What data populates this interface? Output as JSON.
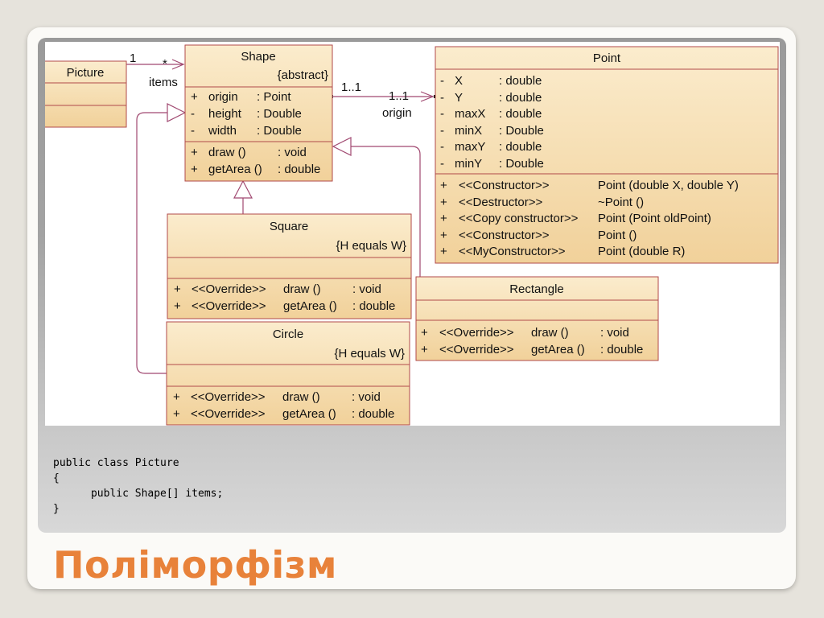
{
  "slide_title": "Поліморфізм",
  "code_lines": [
    "public class Picture",
    "{",
    "      public Shape[] items;",
    "}"
  ],
  "colors": {
    "accent": "#e8823a",
    "box_fill": "#f4d9a6",
    "box_border": "#b14a4a",
    "connector": "#a04870"
  },
  "diagram": {
    "picture": {
      "name": "Picture"
    },
    "shape": {
      "name": "Shape",
      "stereotype": "{abstract}",
      "attributes": [
        {
          "vis": "+",
          "name": "origin",
          "type": ": Point"
        },
        {
          "vis": "-",
          "name": "height",
          "type": ": Double"
        },
        {
          "vis": "-",
          "name": "width",
          "type": ": Double"
        }
      ],
      "operations": [
        {
          "vis": "+",
          "name": "draw ()",
          "type": ": void"
        },
        {
          "vis": "+",
          "name": "getArea ()",
          "type": ": double"
        }
      ]
    },
    "point": {
      "name": "Point",
      "attributes": [
        {
          "vis": "-",
          "name": "X",
          "type": ": double"
        },
        {
          "vis": "-",
          "name": "Y",
          "type": ": double"
        },
        {
          "vis": "-",
          "name": "maxX",
          "type": ": double"
        },
        {
          "vis": "-",
          "name": "minX",
          "type": ": Double"
        },
        {
          "vis": "-",
          "name": "maxY",
          "type": ": double"
        },
        {
          "vis": "-",
          "name": "minY",
          "type": ": Double"
        }
      ],
      "operations": [
        {
          "vis": "+",
          "stereo": "<<Constructor>>",
          "sig": "Point (double X, double Y)"
        },
        {
          "vis": "+",
          "stereo": "<<Destructor>>",
          "sig": "~Point ()"
        },
        {
          "vis": "+",
          "stereo": "<<Copy constructor>>",
          "sig": "Point (Point oldPoint)"
        },
        {
          "vis": "+",
          "stereo": "<<Constructor>>",
          "sig": "Point ()"
        },
        {
          "vis": "+",
          "stereo": "<<MyConstructor>>",
          "sig": "Point (double R)"
        }
      ]
    },
    "square": {
      "name": "Square",
      "constraint": "{H equals W}",
      "operations": [
        {
          "vis": "+",
          "stereo": "<<Override>>",
          "name": "draw ()",
          "type": ": void"
        },
        {
          "vis": "+",
          "stereo": "<<Override>>",
          "name": "getArea ()",
          "type": ": double"
        }
      ]
    },
    "circle": {
      "name": "Circle",
      "constraint": "{H equals W}",
      "operations": [
        {
          "vis": "+",
          "stereo": "<<Override>>",
          "name": "draw ()",
          "type": ": void"
        },
        {
          "vis": "+",
          "stereo": "<<Override>>",
          "name": "getArea ()",
          "type": ": double"
        }
      ]
    },
    "rectangle": {
      "name": "Rectangle",
      "operations": [
        {
          "vis": "+",
          "stereo": "<<Override>>",
          "name": "draw ()",
          "type": ": void"
        },
        {
          "vis": "+",
          "stereo": "<<Override>>",
          "name": "getArea ()",
          "type": ": double"
        }
      ]
    },
    "assoc_items": {
      "source_mult": "1",
      "target_mult": "*",
      "role": "items"
    },
    "assoc_origin": {
      "source_mult": "1..1",
      "target_mult": "1..1",
      "role": "origin"
    }
  }
}
